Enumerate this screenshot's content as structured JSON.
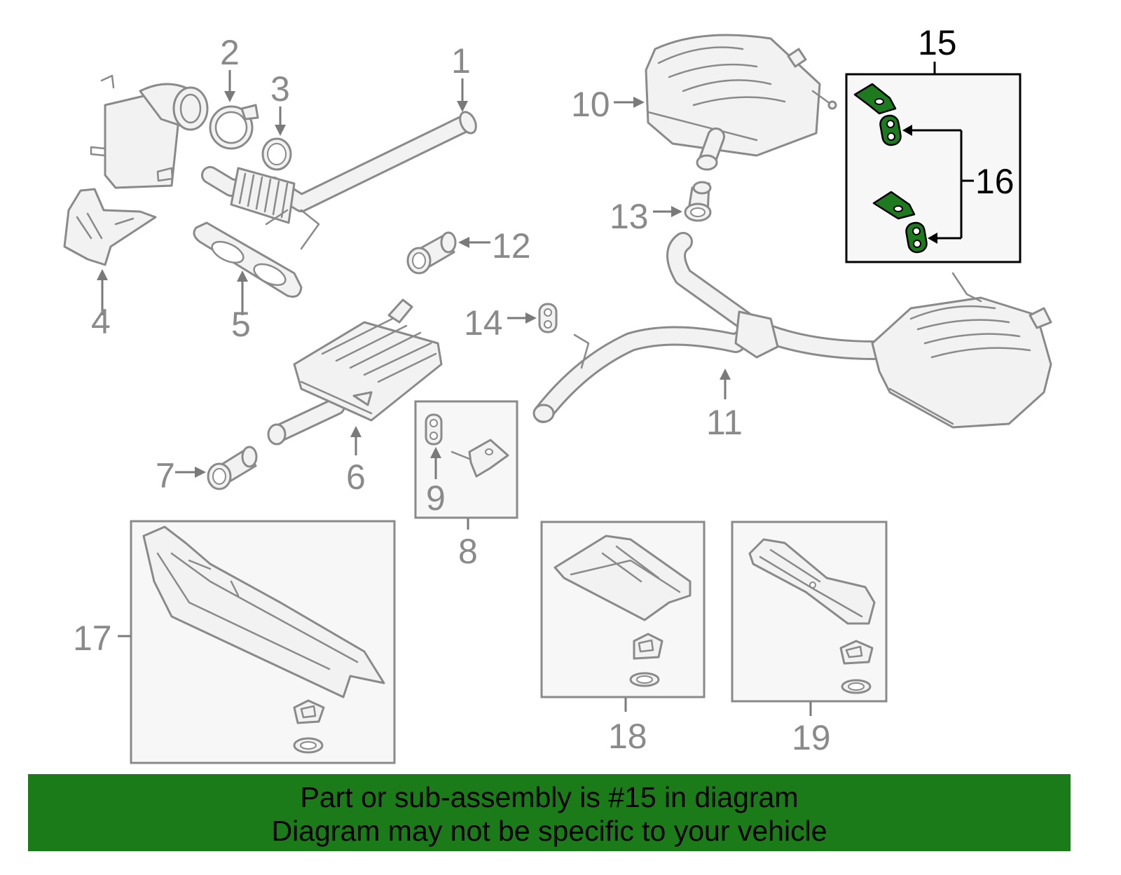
{
  "callouts": {
    "c1": "1",
    "c2": "2",
    "c3": "3",
    "c4": "4",
    "c5": "5",
    "c6": "6",
    "c7": "7",
    "c8": "8",
    "c9": "9",
    "c10": "10",
    "c11": "11",
    "c12": "12",
    "c13": "13",
    "c14": "14",
    "c15": "15",
    "c16": "16",
    "c17": "17",
    "c18": "18",
    "c19": "19"
  },
  "highlight": {
    "part": "15",
    "color": "#1e7a1e"
  },
  "banner": {
    "line1": "Part or sub-assembly is #15 in diagram",
    "line2": "Diagram may not be specific to your vehicle",
    "background": "#1b7b18"
  }
}
